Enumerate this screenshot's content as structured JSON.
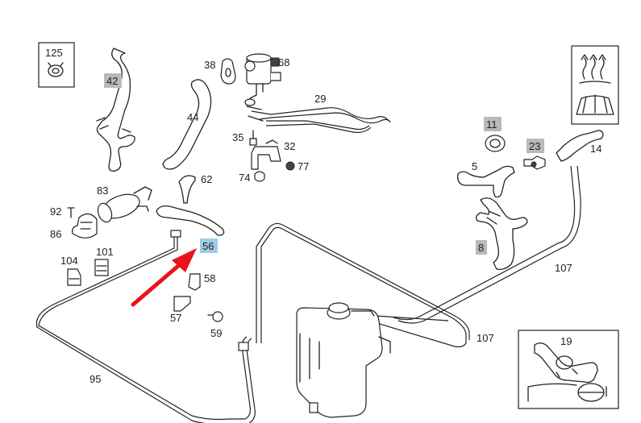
{
  "diagram": {
    "type": "parts-exploded-view",
    "highlight_colors": {
      "grey": "#b9b9b9",
      "blue": "#9fcde8",
      "arrow": "#e8141b"
    },
    "callouts": [
      {
        "id": "c125",
        "text": "125"
      },
      {
        "id": "c42",
        "text": "42",
        "highlight": "grey"
      },
      {
        "id": "c38",
        "text": "38"
      },
      {
        "id": "c68",
        "text": "68"
      },
      {
        "id": "c29",
        "text": "29"
      },
      {
        "id": "c44",
        "text": "44"
      },
      {
        "id": "c35",
        "text": "35"
      },
      {
        "id": "c32",
        "text": "32"
      },
      {
        "id": "c77",
        "text": "77"
      },
      {
        "id": "c74",
        "text": "74"
      },
      {
        "id": "c62",
        "text": "62"
      },
      {
        "id": "c83",
        "text": "83"
      },
      {
        "id": "c92",
        "text": "92"
      },
      {
        "id": "c86",
        "text": "86"
      },
      {
        "id": "c56",
        "text": "56",
        "highlight": "blue"
      },
      {
        "id": "c104",
        "text": "104"
      },
      {
        "id": "c101",
        "text": "101"
      },
      {
        "id": "c58",
        "text": "58"
      },
      {
        "id": "c57",
        "text": "57"
      },
      {
        "id": "c59",
        "text": "59"
      },
      {
        "id": "c95",
        "text": "95"
      },
      {
        "id": "c11",
        "text": "11",
        "highlight": "grey"
      },
      {
        "id": "c23",
        "text": "23",
        "highlight": "grey"
      },
      {
        "id": "c14",
        "text": "14"
      },
      {
        "id": "c5",
        "text": "5"
      },
      {
        "id": "c8",
        "text": "8",
        "highlight": "grey"
      },
      {
        "id": "c107a",
        "text": "107"
      },
      {
        "id": "c107b",
        "text": "107"
      },
      {
        "id": "c19",
        "text": "19"
      }
    ]
  }
}
